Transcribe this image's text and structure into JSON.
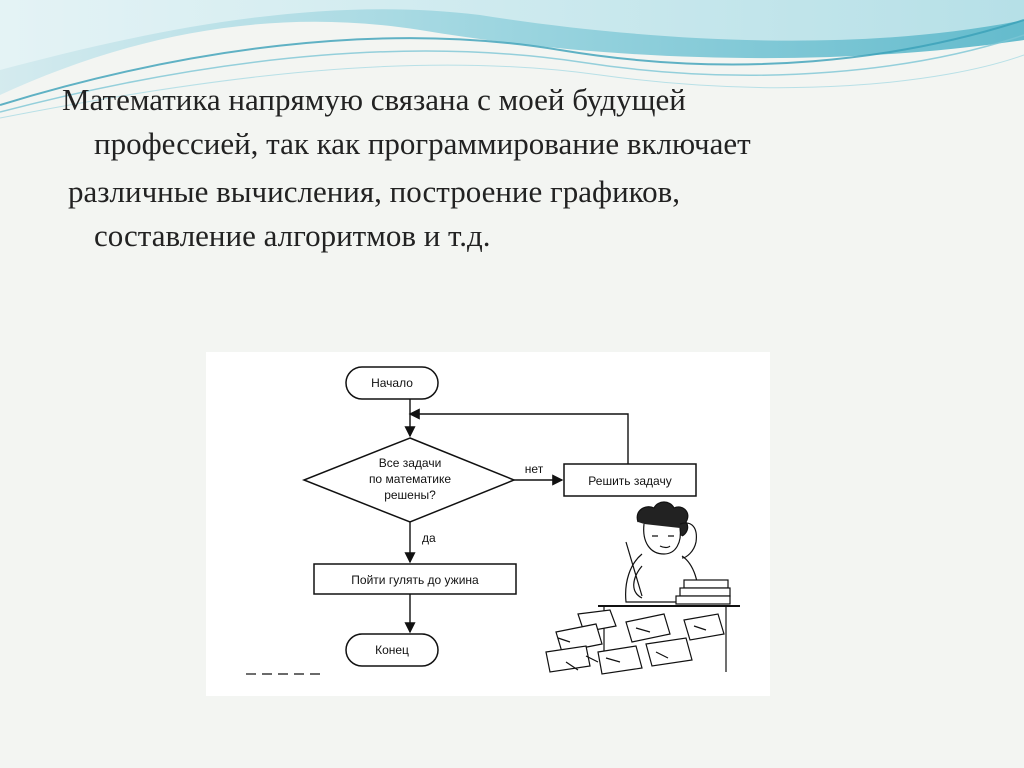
{
  "slide": {
    "text_lines": [
      "Математика напрямую связана с моей будущей",
      "профессией, так как программирование включает",
      "различные вычисления,  построение графиков,",
      "составление алгоритмов и т.д."
    ]
  },
  "flowchart": {
    "start": "Начало",
    "decision_lines": [
      "Все задачи",
      "по математике",
      "решены?"
    ],
    "no_label": "нет",
    "yes_label": "да",
    "process_solve": "Решить задачу",
    "process_walk": "Пойти гулять до ужина",
    "end": "Конец"
  },
  "colors": {
    "background": "#f3f5f2",
    "wave_dark": "#3aa0b8",
    "wave_light": "#9fd6e0",
    "text": "#222222"
  }
}
